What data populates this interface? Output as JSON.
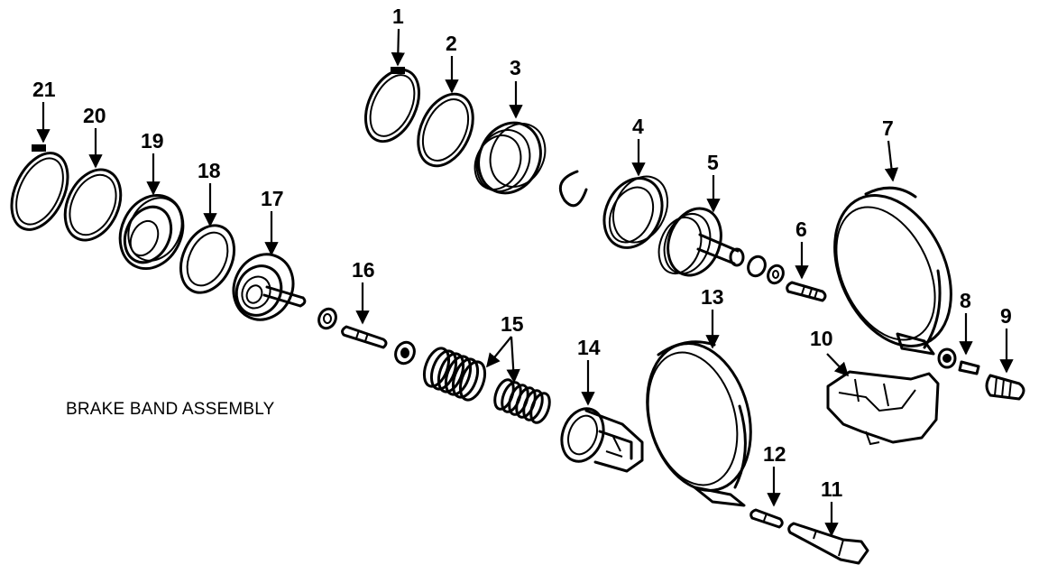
{
  "diagram": {
    "caption": "BRAKE BAND ASSEMBLY",
    "callouts": [
      "1",
      "2",
      "3",
      "4",
      "5",
      "6",
      "7",
      "8",
      "9",
      "10",
      "11",
      "12",
      "13",
      "14",
      "15",
      "16",
      "17",
      "18",
      "19",
      "20",
      "21"
    ]
  }
}
